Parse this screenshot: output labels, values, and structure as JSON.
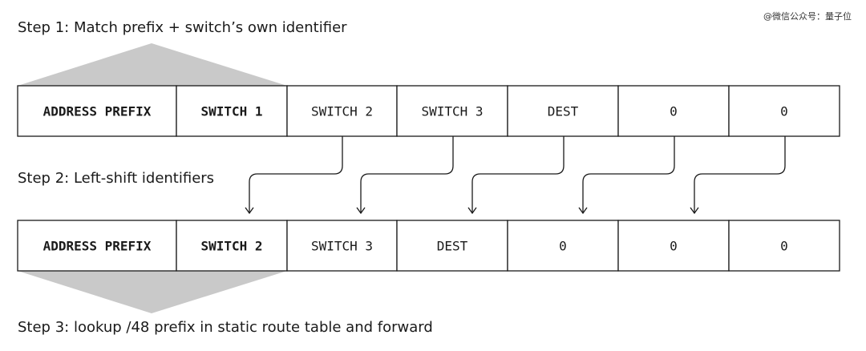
{
  "watermark": "@微信公众号：量子位",
  "steps": {
    "step1": "Step 1: Match prefix + switch’s own identifier",
    "step2": "Step 2: Left-shift identifiers",
    "step3": "Step 3: lookup /48 prefix in static route table and forward"
  },
  "row_before": [
    "ADDRESS PREFIX",
    "SWITCH 1",
    "SWITCH 2",
    "SWITCH 3",
    "DEST",
    "0",
    "0"
  ],
  "row_after": [
    "ADDRESS PREFIX",
    "SWITCH 2",
    "SWITCH 3",
    "DEST",
    "0",
    "0",
    "0"
  ],
  "bold_fields": 2,
  "colors": {
    "line": "#1a1a1a",
    "highlight": "#c9c9c9",
    "text": "#1a1a1a"
  }
}
